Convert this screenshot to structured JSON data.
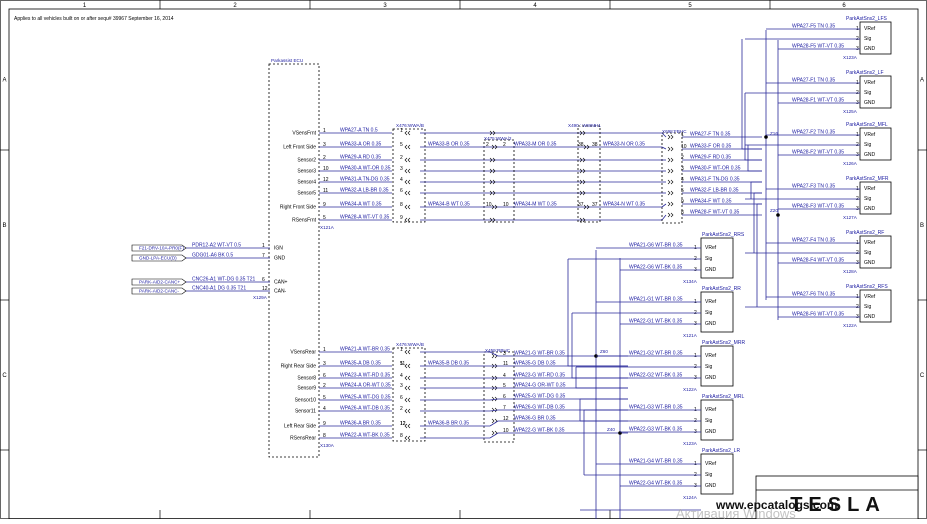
{
  "header_note": "Applies to all vehicles built on or after sequ# 39967 September 16, 2014",
  "frame": {
    "columns": [
      "1",
      "2",
      "3",
      "4",
      "5",
      "6"
    ],
    "rows": [
      "A",
      "B",
      "C"
    ]
  },
  "module": {
    "title": "Parkassist ECU",
    "connectors": [
      "X121A",
      "X129A",
      "X130A"
    ]
  },
  "front_pins": [
    {
      "label": "VSensFrnt",
      "pin": "1",
      "wire": "WPA27-A TN 0.5"
    },
    {
      "label": "Left Front Side",
      "pin": "3",
      "wire": "WPA33-A OR 0.35"
    },
    {
      "label": "Sensor2",
      "pin": "2",
      "wire": "WPA29-A RD 0.35"
    },
    {
      "label": "Sensor3",
      "pin": "10",
      "wire": "WPA30-A WT-OR 0.35"
    },
    {
      "label": "Sensor4",
      "pin": "12",
      "wire": "WPA31-A TN-DG 0.35"
    },
    {
      "label": "Sensor5",
      "pin": "11",
      "wire": "WPA32-A LB-BR 0.35"
    },
    {
      "label": "Right Front Side",
      "pin": "9",
      "wire": "WPA34-A WT 0.35"
    },
    {
      "label": "RSensFrnt",
      "pin": "5",
      "wire": "WPA28-A WT-VT 0.35"
    }
  ],
  "power_pins": [
    {
      "label": "IGN",
      "pin": "1",
      "wire": "PDR12-A2 WT-VT 0.5",
      "tag": "F21-DRV-10A-PR0(F)"
    },
    {
      "label": "GND",
      "pin": "7",
      "wire": "GDG01-A6 BK 0.5",
      "tag": "GND-LPA-ECU(D)"
    },
    {
      "label": "CAN+",
      "pin": "6",
      "wire": "CNC26-A1 WT-DG 0.35 T21",
      "tag": "PARK-AID2-CANC+"
    },
    {
      "label": "CAN-",
      "pin": "12",
      "wire": "CNC40-A1 DG 0.35 T21",
      "tag": "PARK-AID2-CANC-"
    }
  ],
  "rear_pins": [
    {
      "label": "VSensRear",
      "pin": "1",
      "wire": "WPA21-A WT-BR 0.35"
    },
    {
      "label": "Right Rear Side",
      "pin": "3",
      "wire": "WPA35-A DB 0.35"
    },
    {
      "label": "Sensor8",
      "pin": "6",
      "wire": "WPA23-A WT-RD 0.35"
    },
    {
      "label": "Sensor9",
      "pin": "2",
      "wire": "WPA24-A OR-WT 0.35"
    },
    {
      "label": "Sensor10",
      "pin": "5",
      "wire": "WPA25-A WT-DG 0.35"
    },
    {
      "label": "Sensor11",
      "pin": "4",
      "wire": "WPA26-A WT-DB 0.35"
    },
    {
      "label": "Left Rear Side",
      "pin": "9",
      "wire": "WPA36-A BR 0.35"
    },
    {
      "label": "RSensRear",
      "pin": "8",
      "wire": "WPA22-A WT-BK 0.35"
    }
  ],
  "inline_connectors": {
    "front_1": "X476:WWA/B",
    "front_2": "X475:WWA/2",
    "front_3": "X490 : WWMH1",
    "front_4": "X698:FBHC",
    "rear_1": "X476:WWA/B",
    "rear_2": "X459:RBHC"
  },
  "front_mid_wires": [
    {
      "wire": "WPA33-B OR 0.35",
      "pins": [
        "2",
        "2"
      ]
    },
    {
      "wire": "WPA34-B WT 0.35",
      "pins": [
        "10",
        "10"
      ]
    }
  ],
  "front_far_wires": [
    {
      "wire": "WPA33-M OR 0.35",
      "pins": [
        "38",
        "38"
      ],
      "right": "WPA33-N OR 0.35"
    },
    {
      "wire": "WPA34-M WT 0.35",
      "pins": [
        "37",
        "37"
      ],
      "right": "WPA34-N WT 0.35"
    }
  ],
  "front_bus": [
    {
      "pin": "1",
      "wire": "WPA27-F TN 0.35"
    },
    {
      "pin": "10",
      "wire": "WPA33-F OR 0.35"
    },
    {
      "pin": "2",
      "wire": "WPA29-F RD 0.35"
    },
    {
      "pin": "3",
      "wire": "WPA30-F WT-OR 0.35"
    },
    {
      "pin": "4",
      "wire": "WPA31-F TN-DG 0.35"
    },
    {
      "pin": "5",
      "wire": "WPA32-F LB-BR 0.35"
    },
    {
      "pin": "9",
      "wire": "WPA34-F WT 0.35"
    },
    {
      "pin": "8",
      "wire": "WPA28-F WT-VT 0.35"
    }
  ],
  "splices": {
    "front_top": "Z16",
    "front_bottom": "Z20",
    "rear_top": "Z60",
    "rear_bottom": "Z40"
  },
  "front_sensors": [
    {
      "title": "ParkAstSns2_LFS",
      "conn": "X123A",
      "top": "WPA27-F5 TN 0.35",
      "bot": "WPA28-F5 WT-VT 0.35"
    },
    {
      "title": "ParkAstSns2_LF",
      "conn": "X125A",
      "top": "WPA27-F1 TN 0.35",
      "bot": "WPA28-F1 WT-VT 0.35"
    },
    {
      "title": "ParkAstSns2_MFL",
      "conn": "X126A",
      "top": "WPA27-F2 TN 0.35",
      "bot": "WPA28-F2 WT-VT 0.35"
    },
    {
      "title": "ParkAstSns2_MFR",
      "conn": "X127A",
      "top": "WPA27-F3 TN 0.35",
      "bot": "WPA28-F3 WT-VT 0.35"
    },
    {
      "title": "ParkAstSns2_RF",
      "conn": "X128A",
      "top": "WPA27-F4 TN 0.35",
      "bot": "WPA28-F4 WT-VT 0.35"
    },
    {
      "title": "ParkAstSns2_RFS",
      "conn": "X122A",
      "top": "WPA27-F6 TN 0.35",
      "bot": "WPA28-F6 WT-VT 0.35"
    }
  ],
  "sensor_pins": {
    "vref": "VRef",
    "sig": "Sig",
    "gnd": "GND"
  },
  "rear_mid_wires": [
    {
      "wire": "WPA35-B DB 0.35",
      "pins": [
        "11",
        "11"
      ]
    },
    {
      "wire": "WPA36-B BR 0.35",
      "pins": [
        "12",
        "12"
      ]
    }
  ],
  "rear_bus": [
    {
      "pin": "3",
      "wire": "WPA21-G WT-BR 0.35"
    },
    {
      "pin": "11",
      "wire": "WPA35-G DB 0.35"
    },
    {
      "pin": "4",
      "wire": "WPA23-G WT-RD 0.35"
    },
    {
      "pin": "5",
      "wire": "WPA24-G OR-WT 0.35"
    },
    {
      "pin": "6",
      "wire": "WPA25-G WT-DG 0.35"
    },
    {
      "pin": "7",
      "wire": "WPA26-G WT-DB 0.35"
    },
    {
      "pin": "12",
      "wire": "WPA36-G BR 0.35"
    },
    {
      "pin": "10",
      "wire": "WPA22-G WT-BK 0.35"
    }
  ],
  "rear_sensors": [
    {
      "title": "ParkAstSns2_RRS",
      "conn": "X134A",
      "top": "WPA21-G6 WT-BR 0.35",
      "bot": "WPA22-G6 WT-BK 0.35"
    },
    {
      "title": "ParkAstSns2_RR",
      "conn": "X121A",
      "top": "WPA21-G1 WT-BR 0.35",
      "bot": "WPA22-G1 WT-BK 0.35"
    },
    {
      "title": "ParkAstSns2_MRR",
      "conn": "X122A",
      "top": "WPA21-G2 WT-BR 0.35",
      "bot": "WPA22-G2 WT-BK 0.35"
    },
    {
      "title": "ParkAstSns2_MRL",
      "conn": "X123A",
      "top": "WPA21-G3 WT-BR 0.35",
      "bot": "WPA22-G3 WT-BK 0.35"
    },
    {
      "title": "ParkAstSns2_LR",
      "conn": "X124A",
      "top": "WPA21-G4 WT-BR 0.35",
      "bot": "WPA22-G4 WT-BK 0.35"
    }
  ],
  "watermark": "www.epcatalogs.com",
  "watermark2": "Активация Windows",
  "logo_text": "TESLA"
}
